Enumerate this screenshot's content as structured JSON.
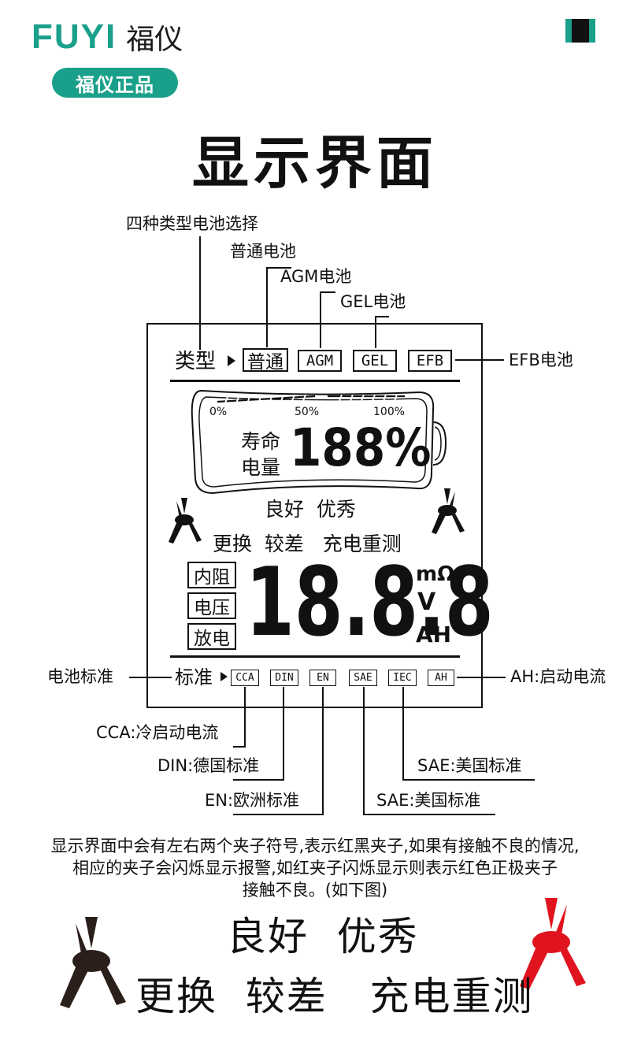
{
  "header": {
    "brand_latin": "FUYI",
    "brand_cn": "福仪",
    "badge": "福仪正品",
    "corner_colors": [
      "#1aa08a",
      "#111111",
      "#1aa08a"
    ]
  },
  "title": "显示界面",
  "annotations": {
    "battery_types": "四种类型电池选择",
    "normal": "普通电池",
    "agm": "AGM电池",
    "gel": "GEL电池",
    "efb": "EFB电池",
    "standard": "电池标准",
    "ah": "AH:启动电流",
    "cca": "CCA:冷启动电流",
    "din": "DIN:德国标准",
    "en": "EN:欧洲标准",
    "sae_a": "SAE:美国标准",
    "sae_b": "SAE:美国标准"
  },
  "lcd": {
    "type_label": "类型",
    "type_buttons": [
      "普通",
      "AGM",
      "GEL",
      "EFB"
    ],
    "scale_labels": [
      "0%",
      "50%",
      "100%"
    ],
    "life_label": "寿命",
    "charge_label": "电量",
    "percent_value": "188%",
    "status_row1": "良好  优秀",
    "status_row2": "更换  较差   充电重测",
    "mode_buttons": [
      "内阻",
      "电压",
      "放电"
    ],
    "main_value": "18.8.8",
    "units": [
      "mΩ",
      "V",
      "AH"
    ],
    "standard_label": "标准",
    "standard_buttons": [
      "CCA",
      "DIN",
      "EN",
      "SAE",
      "IEC",
      "AH"
    ]
  },
  "caption": {
    "line1": "显示界面中会有左右两个夹子符号,表示红黑夹子,如果有接触不良的情况,",
    "line2": "相应的夹子会闪烁显示报警,如红夹子闪烁显示则表示红色正极夹子",
    "line3": "接触不良。(如下图)"
  },
  "bottom": {
    "status_row1": "良好  优秀",
    "status_row2": "更换  较差   充电重测"
  },
  "colors": {
    "accent": "#1aa08a",
    "clip_black": "#2b1f1b",
    "clip_red": "#e0141e"
  }
}
